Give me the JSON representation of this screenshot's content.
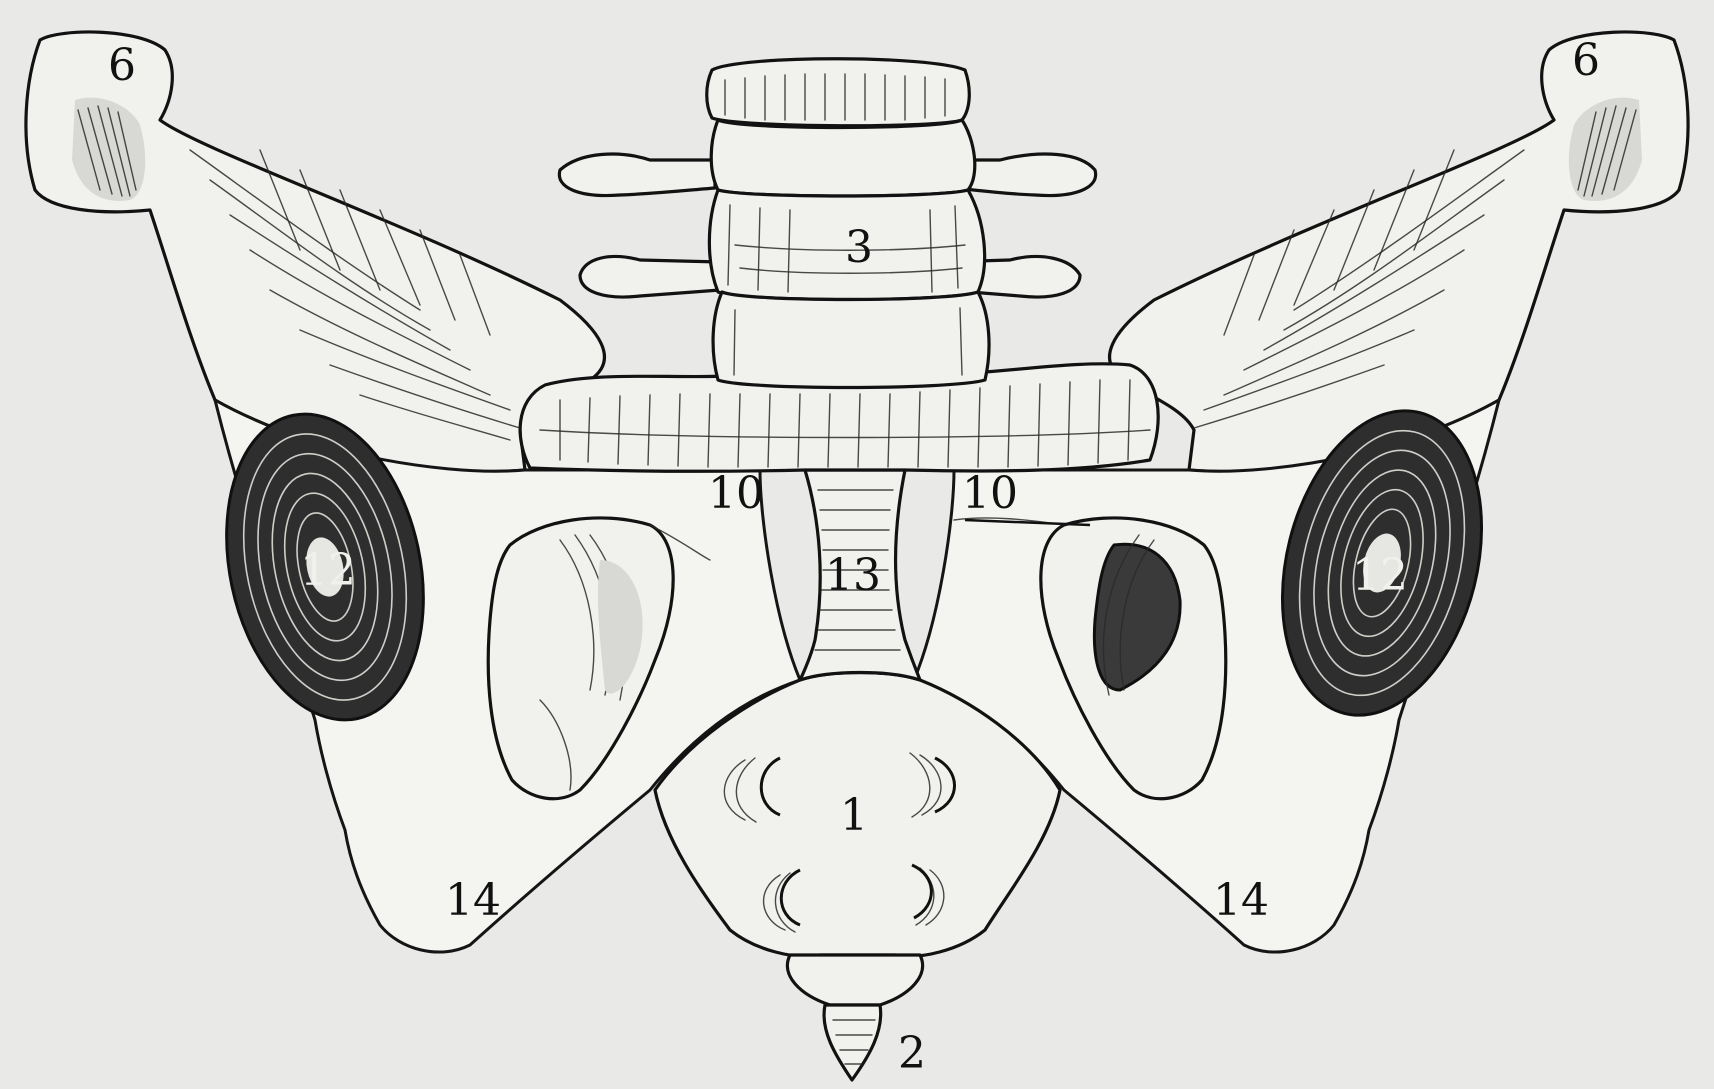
{
  "diagram": {
    "labels": {
      "sacrum": "1",
      "coccyx": "2",
      "lumbar_vertebra": "3",
      "iliac_crest_left": "6",
      "iliac_crest_right": "6",
      "pelvic_brim_left": "10",
      "pelvic_brim_right": "10",
      "acetabulum_left": "12",
      "acetabulum_right": "12",
      "symphysis": "13",
      "ischium_left": "14",
      "ischium_right": "14"
    },
    "colors": {
      "paper": "#e9e9e7",
      "ink": "#121212",
      "bone": "#f1f1ee",
      "dark_socket": "#2e2e2e"
    }
  }
}
